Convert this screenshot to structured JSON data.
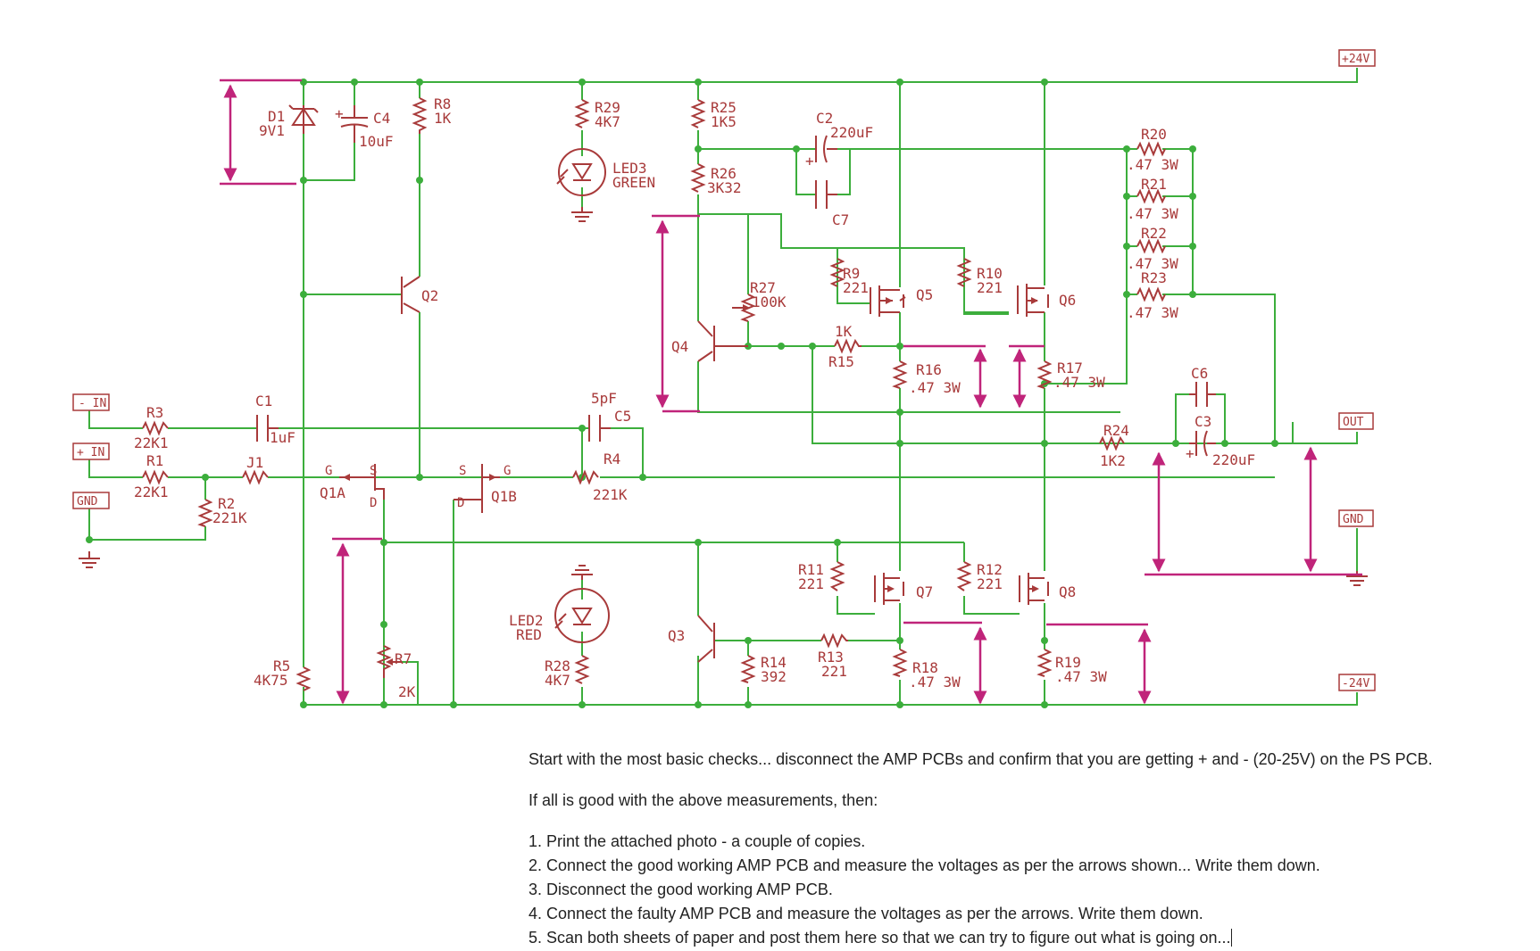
{
  "ports": {
    "v_pos": "+24V",
    "out": "OUT",
    "gnd_right": "GND",
    "v_neg": "-24V",
    "in_neg": "- IN",
    "in_pos": "+ IN",
    "gnd_left": "GND"
  },
  "components": {
    "D1": {
      "ref": "D1",
      "value": "9V1"
    },
    "C4": {
      "ref": "C4",
      "value": "10uF"
    },
    "R8": {
      "ref": "R8",
      "value": "1K"
    },
    "R29": {
      "ref": "R29",
      "value": "4K7"
    },
    "LED3": {
      "ref": "LED3",
      "value": "GREEN"
    },
    "R25": {
      "ref": "R25",
      "value": "1K5"
    },
    "R26": {
      "ref": "R26",
      "value": "3K32"
    },
    "C2": {
      "ref": "C2",
      "value": "220uF"
    },
    "C7": {
      "ref": "C7"
    },
    "R20": {
      "ref": "R20",
      "value": ".47 3W"
    },
    "R21": {
      "ref": "R21",
      "value": ".47 3W"
    },
    "R22": {
      "ref": "R22",
      "value": ".47 3W"
    },
    "R23": {
      "ref": "R23",
      "value": ".47 3W"
    },
    "Q2": {
      "ref": "Q2"
    },
    "R27": {
      "ref": "R27",
      "value": "100K"
    },
    "R9": {
      "ref": "R9",
      "value": "221"
    },
    "Q5": {
      "ref": "Q5"
    },
    "R10": {
      "ref": "R10",
      "value": "221"
    },
    "Q6": {
      "ref": "Q6"
    },
    "Q4": {
      "ref": "Q4"
    },
    "R15": {
      "ref": "R15",
      "value": "1K"
    },
    "R16": {
      "ref": "R16",
      "value": ".47 3W"
    },
    "R17": {
      "ref": "R17",
      "value": ".47 3W"
    },
    "C6": {
      "ref": "C6"
    },
    "C3": {
      "ref": "C3",
      "value": "220uF"
    },
    "R3": {
      "ref": "R3",
      "value": "22K1"
    },
    "C1": {
      "ref": "C1",
      "value": "1uF"
    },
    "C5": {
      "ref": "C5",
      "value": "5pF"
    },
    "R24": {
      "ref": "R24",
      "value": "1K2"
    },
    "R1": {
      "ref": "R1",
      "value": "22K1"
    },
    "J1": {
      "ref": "J1"
    },
    "R4": {
      "ref": "R4",
      "value": "221K"
    },
    "R2": {
      "ref": "R2",
      "value": "221K"
    },
    "Q1A": {
      "ref": "Q1A"
    },
    "Q1B": {
      "ref": "Q1B"
    },
    "R11": {
      "ref": "R11",
      "value": "221"
    },
    "Q7": {
      "ref": "Q7"
    },
    "R12": {
      "ref": "R12",
      "value": "221"
    },
    "Q8": {
      "ref": "Q8"
    },
    "LED2": {
      "ref": "LED2",
      "value": "RED"
    },
    "Q3": {
      "ref": "Q3"
    },
    "R5": {
      "ref": "R5",
      "value": "4K75"
    },
    "R7": {
      "ref": "R7",
      "value": "2K"
    },
    "R28": {
      "ref": "R28",
      "value": "4K7"
    },
    "R14": {
      "ref": "R14",
      "value": "392"
    },
    "R13": {
      "ref": "R13",
      "value": "221"
    },
    "R18": {
      "ref": "R18",
      "value": ".47 3W"
    },
    "R19": {
      "ref": "R19",
      "value": ".47 3W"
    }
  },
  "pins": {
    "g": "G",
    "s": "S",
    "d": "D"
  },
  "notes": {
    "line1": "Start with the most basic checks... disconnect the AMP PCBs and confirm that you are getting + and - (20-25V) on the PS PCB.",
    "line2": "If all is good with the above measurements, then:",
    "steps": [
      "1. Print the attached photo - a couple of copies.",
      "2. Connect the good working AMP PCB and measure the voltages as per the arrows shown... Write them down.",
      "3. Disconnect the good working AMP PCB.",
      "4. Connect the faulty AMP PCB and measure the voltages as per the arrows. Write them down.",
      "5. Scan both sheets of paper and post them here so that we can try to figure out what is going on..."
    ]
  },
  "colors": {
    "wire": "#3cae3c",
    "component": "#a83a3a",
    "marker": "#c0247a"
  }
}
